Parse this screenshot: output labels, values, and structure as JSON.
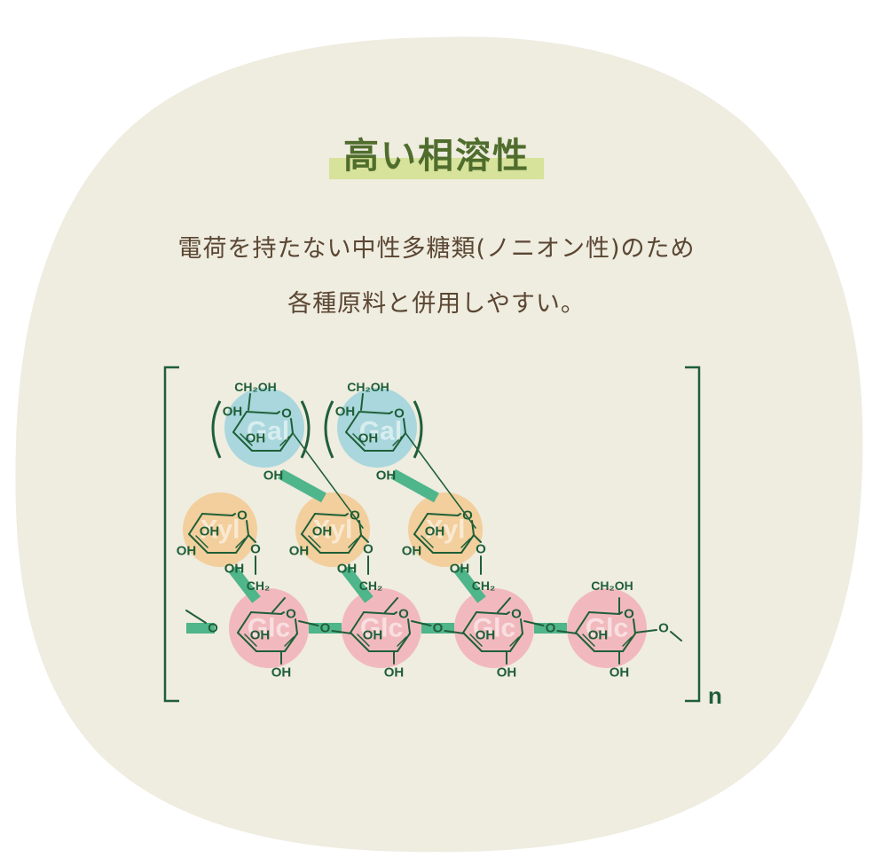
{
  "title": "高い相溶性",
  "description": {
    "line1": "電荷を持たない中性多糖類(ノニオン性)のため",
    "line2": "各種原料と併用しやすい。"
  },
  "diagram": {
    "ring_labels": {
      "galactose": "Gal",
      "xylose": "Xyl",
      "glucose": "Glc"
    },
    "atoms": {
      "ring_oxygen": "O",
      "bridge_oxygen": "O",
      "hydroxyl": "OH",
      "methylene": "CH₂",
      "hydroxymethyl": "CH₂OH"
    },
    "repeat_subscript": "n",
    "colors": {
      "galactose": "#a9d7dd",
      "xylose": "#f2cf9c",
      "glucose": "#f1b9bd",
      "backbone": "#4fb58b",
      "bond": "#1f5f38",
      "background": "#efece0"
    }
  }
}
